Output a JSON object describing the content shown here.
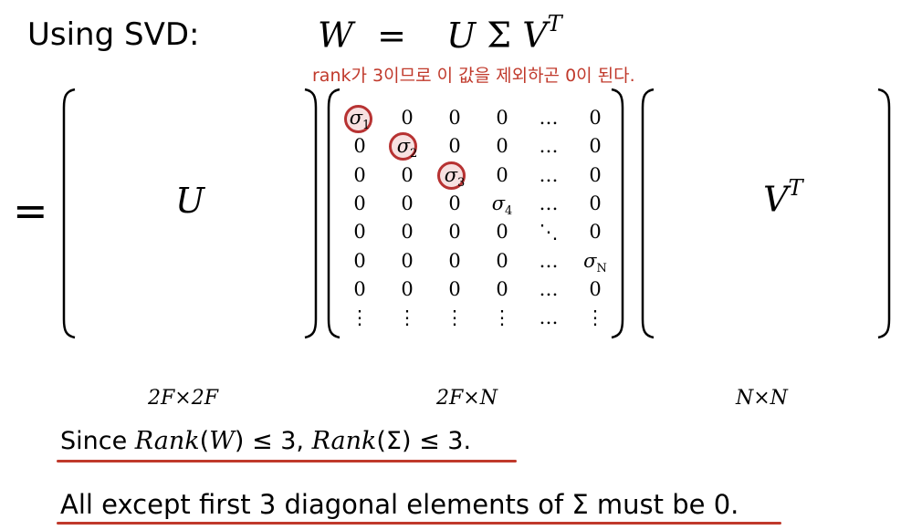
{
  "title": "Using SVD:",
  "equation": {
    "lhs": "W",
    "eq": "=",
    "u": "U",
    "sigma": "Σ",
    "v": "V",
    "t": "T"
  },
  "note": "rank가 3이므로 이 값을 제외하곤 0이 된다.",
  "equals": "=",
  "u_label": "U",
  "vt_label": {
    "v": "V",
    "t": "T"
  },
  "sigma_matrix": {
    "rows": [
      [
        "σ1",
        "0",
        "0",
        "0",
        "…",
        "0"
      ],
      [
        "0",
        "σ2",
        "0",
        "0",
        "…",
        "0"
      ],
      [
        "0",
        "0",
        "σ3",
        "0",
        "…",
        "0"
      ],
      [
        "0",
        "0",
        "0",
        "σ4",
        "…",
        "0"
      ],
      [
        "0",
        "0",
        "0",
        "0",
        "⋱",
        "0"
      ],
      [
        "0",
        "0",
        "0",
        "0",
        "…",
        "σN"
      ],
      [
        "0",
        "0",
        "0",
        "0",
        "…",
        "0"
      ],
      [
        "⋮",
        "⋮",
        "⋮",
        "⋮",
        "…",
        "⋮"
      ]
    ],
    "highlighted": [
      "σ1",
      "σ2",
      "σ3"
    ],
    "highlight_color": "#b73232"
  },
  "dimensions": {
    "u": "2F×2F",
    "sigma": "2F×N",
    "vt": "N×N"
  },
  "since_text": {
    "a": "Since ",
    "b": "Rank",
    "c": "(",
    "d": "W",
    "e": ") ≤ 3, ",
    "f": "Rank",
    "g": "(Σ) ≤ 3."
  },
  "conclusion": "All except first 3 diagonal elements of Σ must be 0.",
  "accent_color": "#c0392b"
}
